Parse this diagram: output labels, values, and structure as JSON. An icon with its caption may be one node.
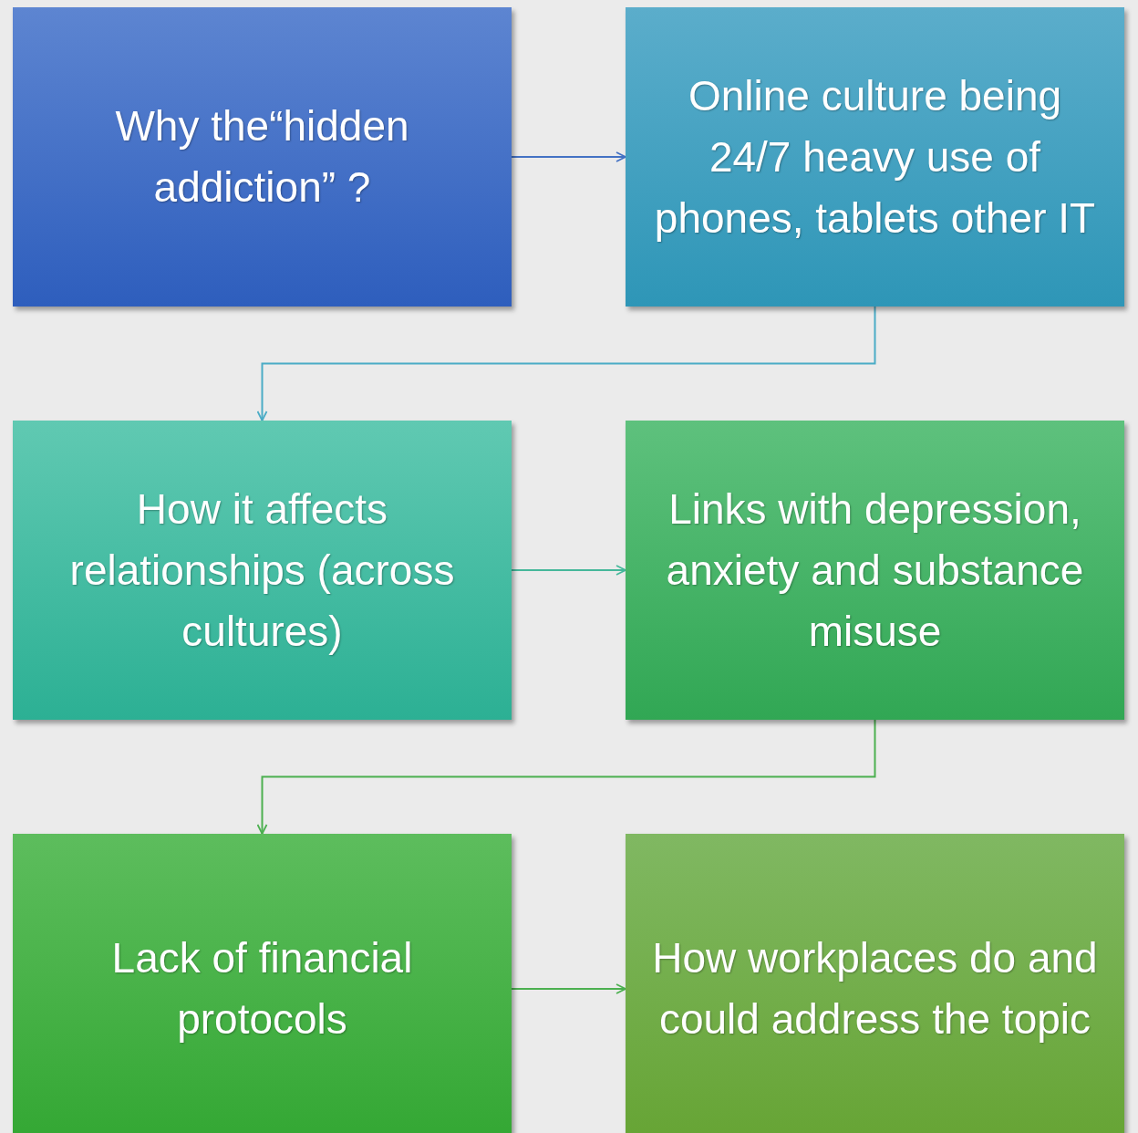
{
  "diagram": {
    "nodes": [
      {
        "text": [
          "Why the“hidden addiction” ?"
        ]
      },
      {
        "text": [
          "Online culture being 24/7 heavy use of phones, tablets other IT"
        ]
      },
      {
        "text": [
          "How it affects relationships (across cultures)"
        ]
      },
      {
        "text": [
          "Links with depression, anxiety and substance misuse"
        ]
      },
      {
        "text": [
          "Lack of financial protocols"
        ]
      },
      {
        "text": [
          "How workplaces do and could address the topic"
        ]
      }
    ],
    "edges": [
      {
        "from": 0,
        "to": 1,
        "arrow": "to",
        "color": "#4472c4"
      },
      {
        "from": 1,
        "to": 2,
        "arrow": "to",
        "color": "#4bacc6"
      },
      {
        "from": 2,
        "to": 3,
        "arrow": "to",
        "color": "#45b89a"
      },
      {
        "from": 3,
        "to": 4,
        "arrow": "to",
        "color": "#4cb050"
      },
      {
        "from": 4,
        "to": 5,
        "arrow": "to",
        "color": "#4cb050"
      }
    ]
  }
}
